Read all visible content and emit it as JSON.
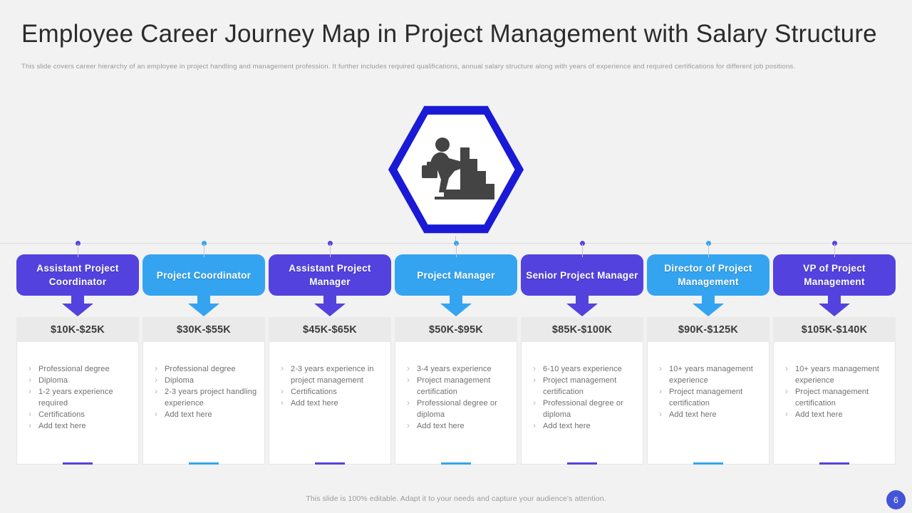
{
  "header": {
    "title": "Employee Career Journey Map in Project Management with Salary Structure",
    "subtitle": "This slide covers career hierarchy of an employee in  project handling  and management  profession. It further includes required qualifications, annual salary structure along with years of experience and required certifications for different job positions."
  },
  "hero": {
    "icon": "person-climbing-stairs-with-briefcase-icon",
    "outline_color": "#1A1AD6",
    "fill_color": "#FFFFFF"
  },
  "palette": {
    "purple": "#5342DD",
    "blue": "#35A4F0",
    "salary_bar": "#EAEAEA",
    "card_bg": "#FFFFFF",
    "page_badge": "#4355D6"
  },
  "columns": [
    {
      "role": "Assistant Project Coordinator",
      "salary": "$10K-$25K",
      "color": "#5342DD",
      "bullets": [
        "Professional  degree",
        "Diploma",
        "1-2 years experience required",
        "Certifications",
        "Add text here"
      ]
    },
    {
      "role": "Project Coordinator",
      "salary": "$30K-$55K",
      "color": "#35A4F0",
      "bullets": [
        "Professional  degree",
        "Diploma",
        "2-3 years project handling experience",
        "Add text here"
      ]
    },
    {
      "role": "Assistant Project Manager",
      "salary": "$45K-$65K",
      "color": "#5342DD",
      "bullets": [
        "2-3 years experience in project management",
        "Certifications",
        "Add text here"
      ]
    },
    {
      "role": "Project Manager",
      "salary": "$50K-$95K",
      "color": "#35A4F0",
      "bullets": [
        "3-4 years experience",
        "Project management certification",
        "Professional  degree or diploma",
        "Add text here"
      ]
    },
    {
      "role": "Senior Project Manager",
      "salary": "$85K-$100K",
      "color": "#5342DD",
      "bullets": [
        "6-10 years experience",
        "Project management certification",
        "Professional  degree or diploma",
        "Add text here"
      ]
    },
    {
      "role": "Director of Project Management",
      "salary": "$90K-$125K",
      "color": "#35A4F0",
      "bullets": [
        "10+ years management experience",
        "Project management certification",
        "Add text here"
      ]
    },
    {
      "role": "VP of Project Management",
      "salary": "$105K-$140K",
      "color": "#5342DD",
      "bullets": [
        "10+ years management experience",
        "Project management certification",
        "Add text here"
      ]
    }
  ],
  "footer": {
    "note": "This slide is 100% editable. Adapt it to your needs and capture your audience's attention.",
    "page_number": "6"
  }
}
